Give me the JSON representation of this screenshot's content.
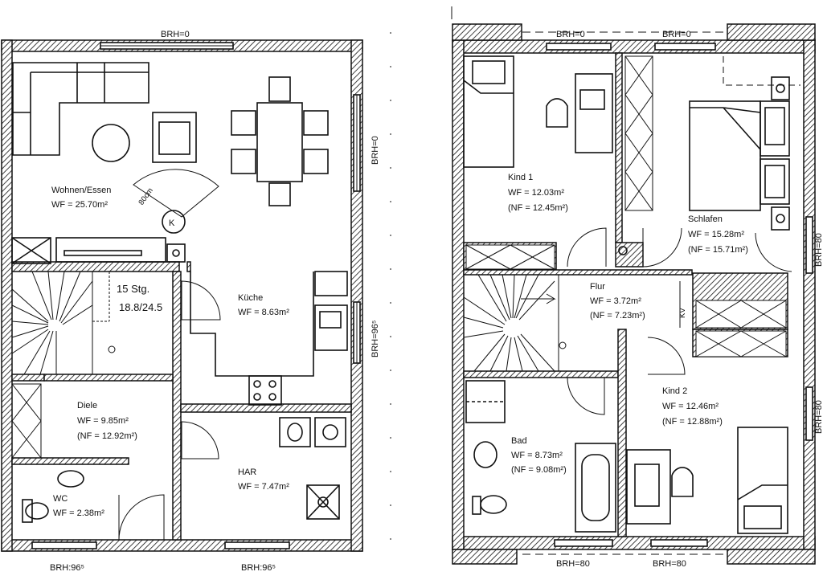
{
  "ground_floor": {
    "rooms": [
      {
        "name": "Wohnen/Essen",
        "wf": "WF = 25.70m²",
        "nf": ""
      },
      {
        "name": "Küche",
        "wf": "WF = 8.63m²",
        "nf": ""
      },
      {
        "name": "Diele",
        "wf": "WF = 9.85m²",
        "nf": "(NF = 12.92m²)"
      },
      {
        "name": "WC",
        "wf": "WF = 2.38m²",
        "nf": ""
      },
      {
        "name": "HAR",
        "wf": "WF = 7.47m²",
        "nf": ""
      }
    ],
    "stairs": {
      "steps": "15 Stg.",
      "ratio": "18.8/24.5"
    },
    "radius_label": "80cm",
    "kitchen_symbol": "K",
    "brh_labels": [
      "BRH=0",
      "BRH=0",
      "BRH=96⁵",
      "BRH:96⁵",
      "BRH:96⁵"
    ]
  },
  "upper_floor": {
    "rooms": [
      {
        "name": "Kind 1",
        "wf": "WF = 12.03m²",
        "nf": "(NF = 12.45m²)"
      },
      {
        "name": "Schlafen",
        "wf": "WF = 15.28m²",
        "nf": "(NF = 15.71m²)"
      },
      {
        "name": "Flur",
        "wf": "WF = 3.72m²",
        "nf": "(NF = 7.23m²)"
      },
      {
        "name": "Kind 2",
        "wf": "WF = 12.46m²",
        "nf": "(NF = 12.88m²)"
      },
      {
        "name": "Bad",
        "wf": "WF = 8.73m²",
        "nf": "(NF = 9.08m²)"
      }
    ],
    "kv_label": "KV",
    "brh_labels": [
      "BRH=0",
      "BRH=0",
      "BRH=80",
      "BRH=80",
      "BRH=80",
      "BRH=80"
    ]
  }
}
